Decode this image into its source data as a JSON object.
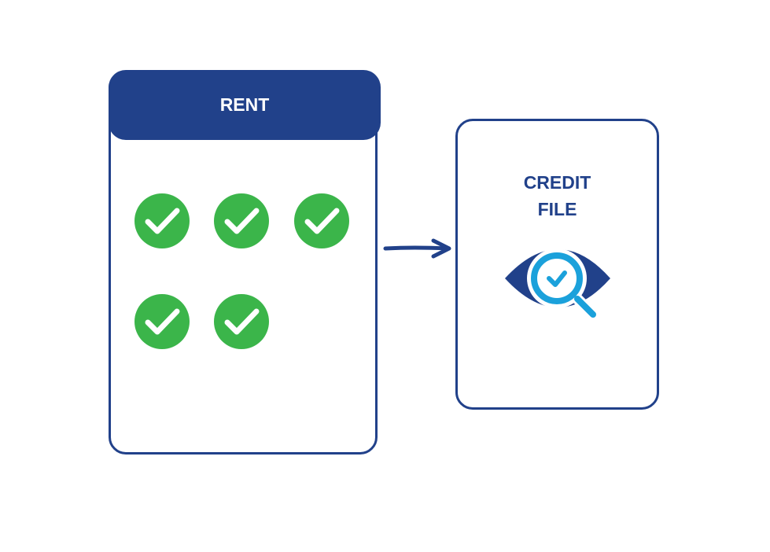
{
  "rent_box": {
    "title": "RENT",
    "checks": 5
  },
  "credit_box": {
    "title_line1": "CREDIT",
    "title_line2": "FILE",
    "icon": "eye-magnifier-check-icon"
  },
  "colors": {
    "navy": "#21418a",
    "green": "#3bb54a",
    "light_blue": "#1ba1db"
  }
}
